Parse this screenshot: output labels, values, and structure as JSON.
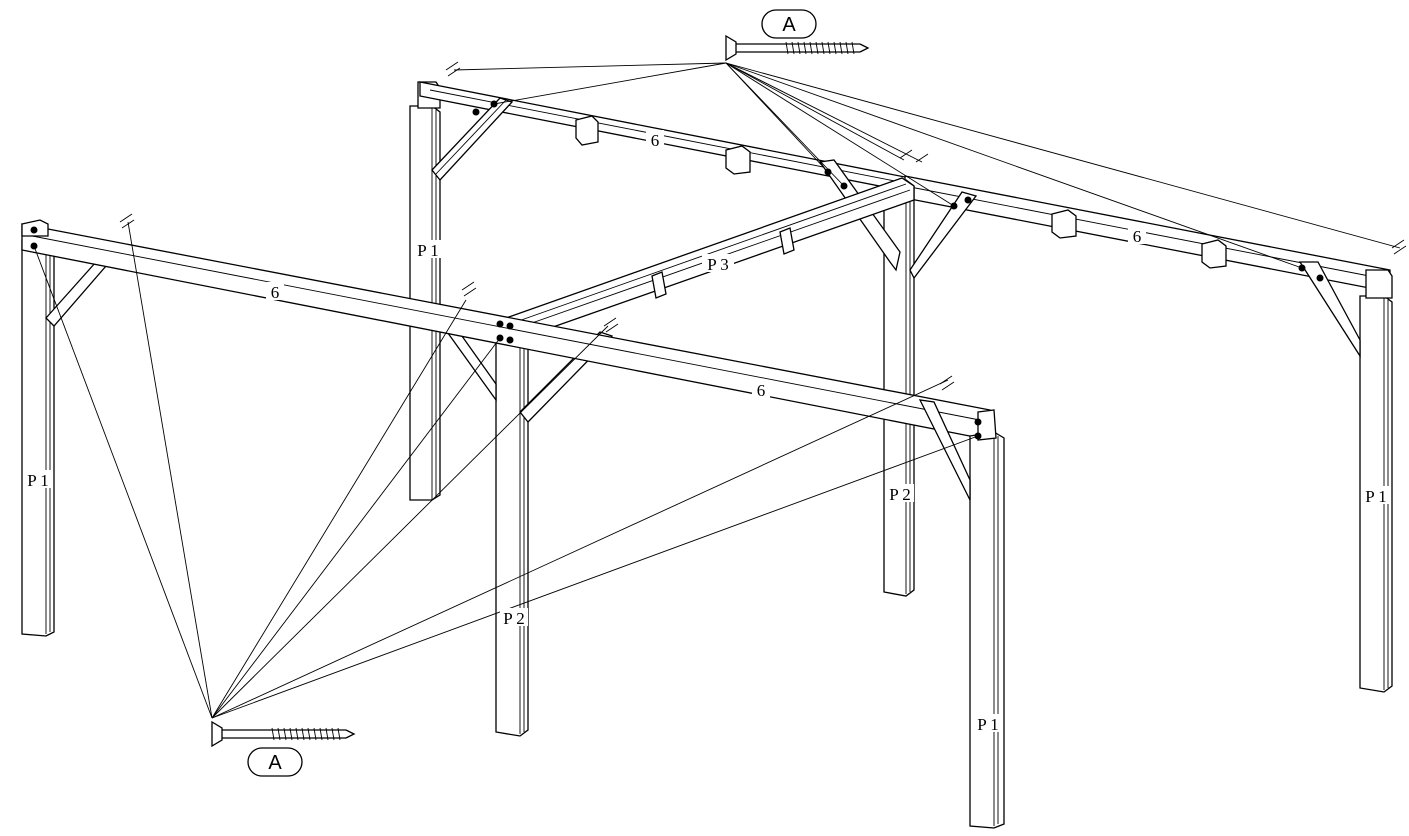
{
  "diagram": {
    "screw_callout_top": "A",
    "screw_callout_bottom": "A",
    "labels": {
      "beam_back": "6",
      "beam_right": "6",
      "beam_front_left": "6",
      "beam_front_right": "6",
      "ridge": "P 3",
      "post_back_left": "P 1",
      "post_front_left": "P 1",
      "post_center_back": "P 2",
      "post_center_front": "P 2",
      "post_front_right": "P 1",
      "post_right": "P 1"
    },
    "line_color": "#000000",
    "background": "#ffffff"
  }
}
